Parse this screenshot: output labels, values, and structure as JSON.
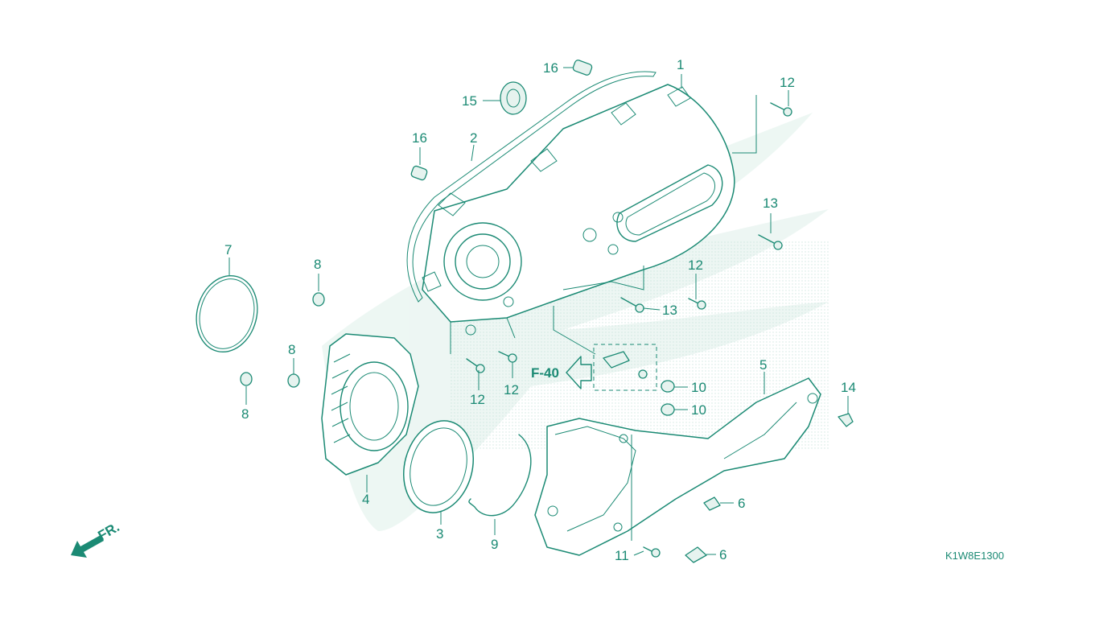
{
  "diagram": {
    "code": "K1W8E1300",
    "direction_label": "FR.",
    "reference_label": "F-40",
    "colors": {
      "line": "#1b8a74",
      "watermark": "#dff0ea",
      "shade": "#e6f3ef"
    },
    "callouts": [
      "1",
      "2",
      "3",
      "4",
      "5",
      "6",
      "6",
      "7",
      "8",
      "8",
      "8",
      "9",
      "10",
      "10",
      "11",
      "12",
      "12",
      "12",
      "12",
      "13",
      "13",
      "14",
      "15",
      "16",
      "16"
    ]
  }
}
